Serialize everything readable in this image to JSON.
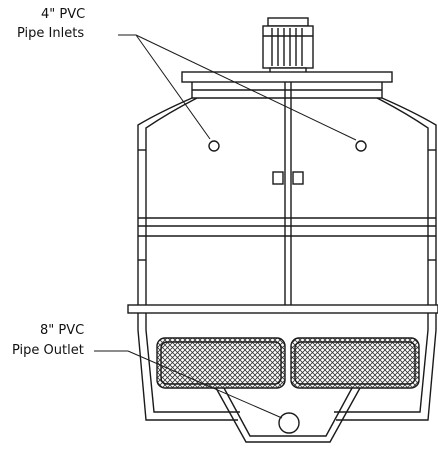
{
  "labels": {
    "inlet_line1": "4\" PVC",
    "inlet_line2": "Pipe Inlets",
    "outlet_line1": "8\" PVC",
    "outlet_line2": "Pipe Outlet"
  },
  "colors": {
    "line": "#1a1a1a",
    "background": "#ffffff",
    "mesh": "#444444"
  }
}
